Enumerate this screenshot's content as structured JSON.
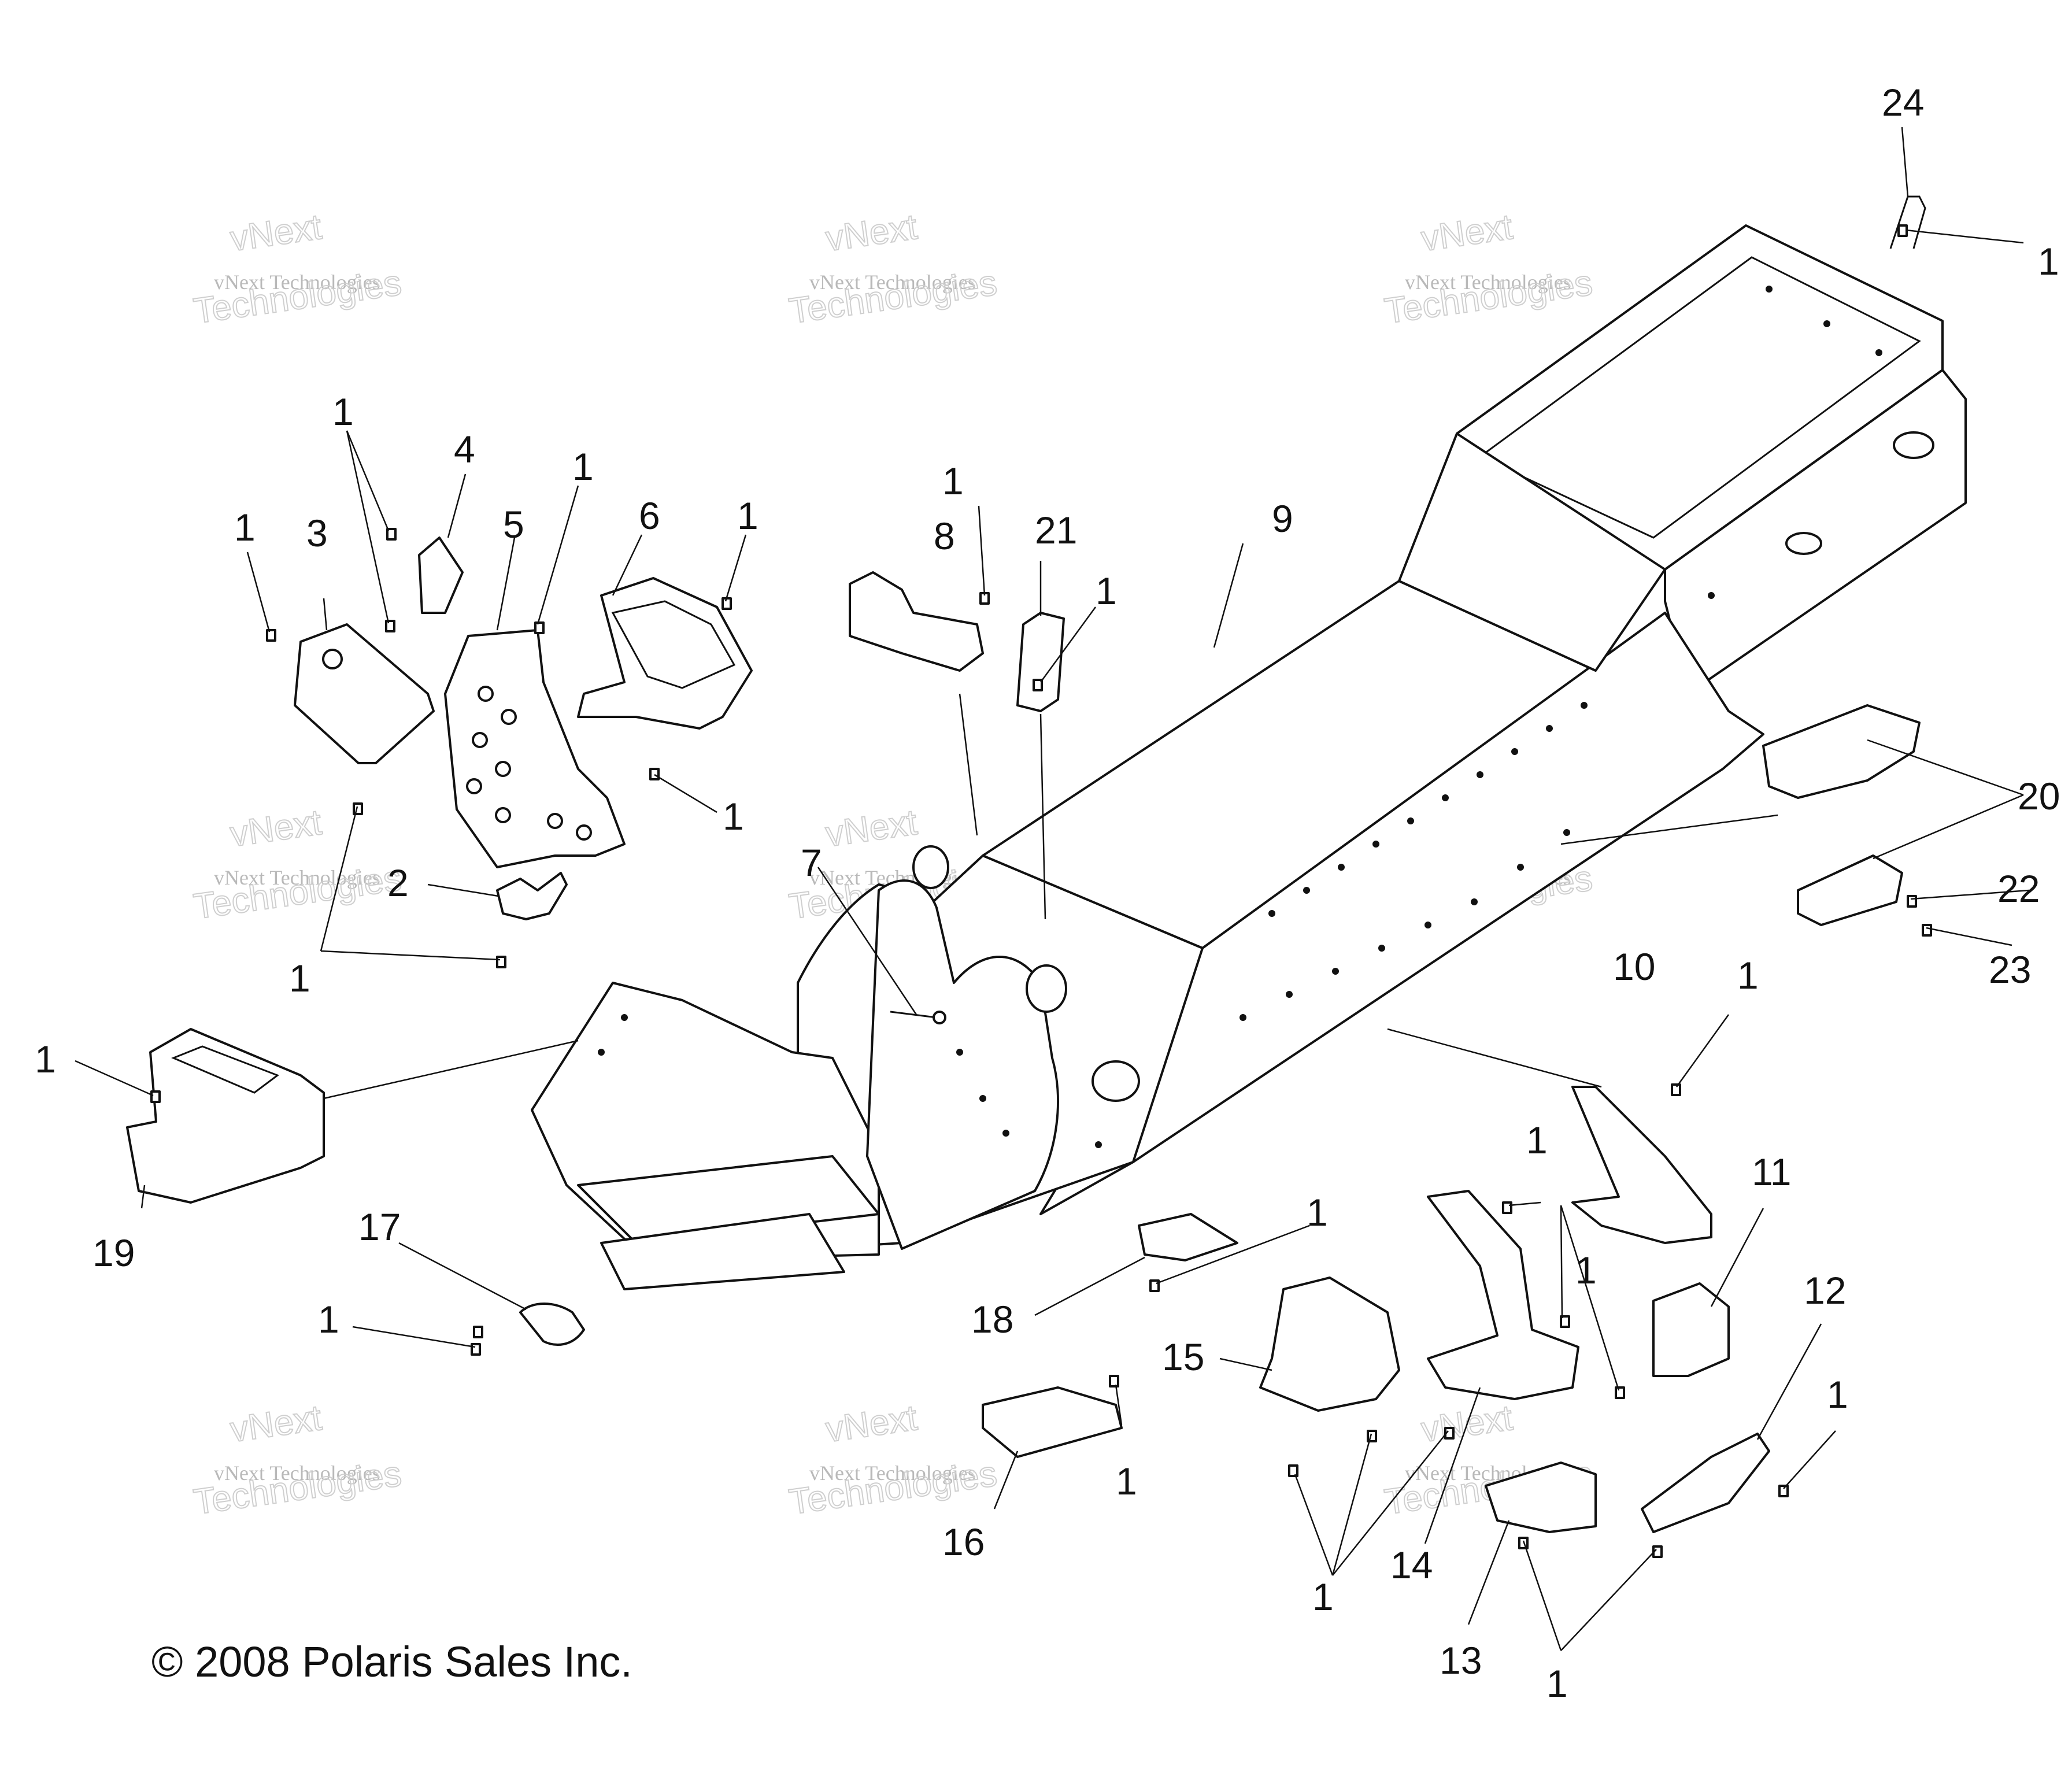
{
  "copyright": "© 2008 Polaris Sales Inc.",
  "watermark": {
    "line1": "vNext",
    "line2": "vNext Technologies",
    "line3": "Technologies"
  },
  "callouts": {
    "c1": "1",
    "c2": "2",
    "c3": "3",
    "c4": "4",
    "c5": "5",
    "c6": "6",
    "c7": "7",
    "c8": "8",
    "c9": "9",
    "c10": "10",
    "c11": "11",
    "c12": "12",
    "c13": "13",
    "c14": "14",
    "c15": "15",
    "c16": "16",
    "c17": "17",
    "c18": "18",
    "c19": "19",
    "c20": "20",
    "c21": "21",
    "c22": "22",
    "c23": "23",
    "c24": "24"
  },
  "colors": {
    "ink": "#111111",
    "watermark": "#b9b9b9",
    "background": "#ffffff"
  }
}
